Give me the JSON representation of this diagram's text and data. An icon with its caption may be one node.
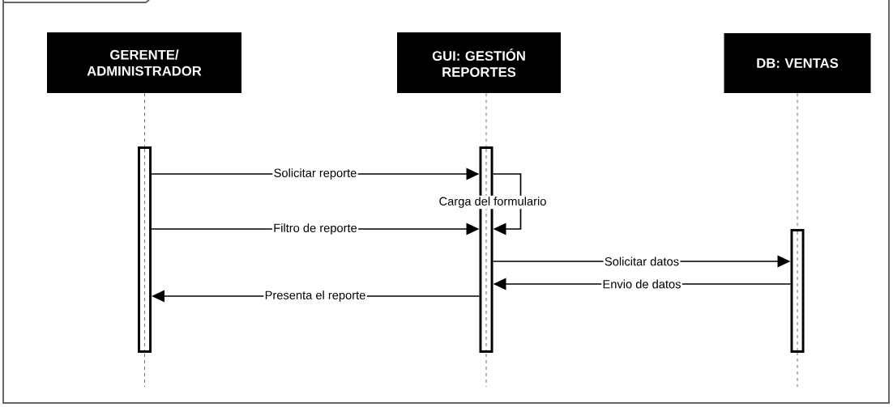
{
  "diagram": {
    "nodes": [
      {
        "text": [
          "GERENTE/ ADMINISTRADOR"
        ]
      },
      {
        "text": [
          "GUI: GESTIÓN REPORTES"
        ]
      },
      {
        "text": [
          "DB: VENTAS"
        ]
      },
      {
        "text": [],
        "shape": "bar"
      },
      {
        "text": [],
        "shape": "bar"
      },
      {
        "text": [],
        "shape": "bar"
      }
    ],
    "edges": [
      {
        "from": 3,
        "to": 4,
        "arrow": "to",
        "label": "Solicitar reporte"
      },
      {
        "from": 4,
        "to": 4,
        "arrow": "to",
        "label": "Carga del formulario"
      },
      {
        "from": 3,
        "to": 4,
        "arrow": "to",
        "label": "Filtro de reporte"
      },
      {
        "from": 4,
        "to": 5,
        "arrow": "to",
        "label": "Solicitar datos"
      },
      {
        "from": 5,
        "to": 4,
        "arrow": "to",
        "label": "Envio de datos"
      },
      {
        "from": 4,
        "to": 3,
        "arrow": "to",
        "label": "Presenta el reporte"
      },
      {
        "from": 0,
        "to": 3,
        "arrow": "none",
        "style": "dashed"
      },
      {
        "from": 1,
        "to": 4,
        "arrow": "none",
        "style": "dashed"
      },
      {
        "from": 2,
        "to": 5,
        "arrow": "none",
        "style": "dashed"
      }
    ]
  }
}
